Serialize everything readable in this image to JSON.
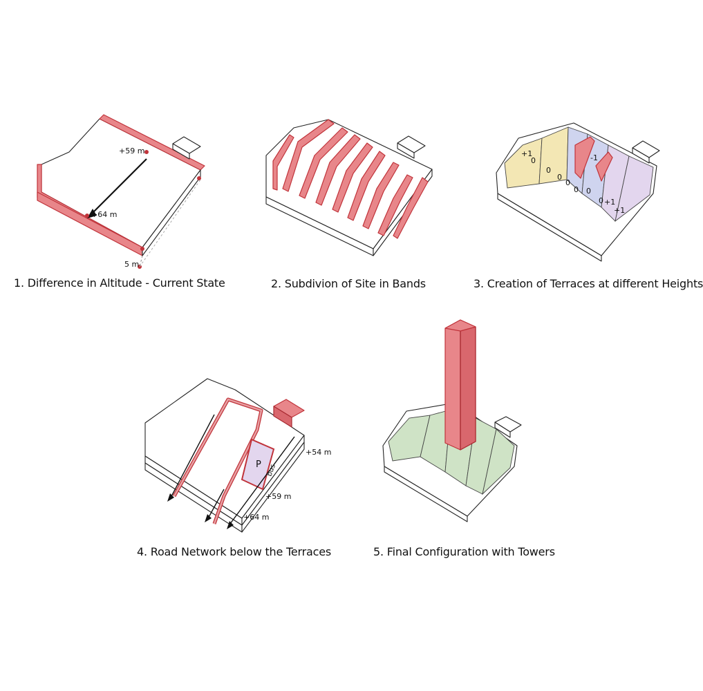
{
  "colors": {
    "accent_red": "#e8868a",
    "accent_red_dark": "#c0333a",
    "yellow_terrace": "#f3e7b4",
    "blue_terrace": "#cfd4ef",
    "purple_terrace": "#e3d6ee",
    "green_terrace": "#cfe3c6",
    "line": "#222222"
  },
  "diagrams": [
    {
      "caption": "1. Difference in Altitude - Current State",
      "labels": {
        "top_altitude": "+59 m",
        "bottom_altitude": "+64 m",
        "height_diff": "5 m"
      }
    },
    {
      "caption": "2. Subdivion of Site in Bands"
    },
    {
      "caption": "3. Creation of Terraces at different Heights",
      "labels": {
        "t1": "+1",
        "t2": "0",
        "t3": "0",
        "t4": "0",
        "t5": "-1",
        "t6": "0",
        "t7": "0",
        "t8": "0",
        "t9": "0",
        "t10": "+1",
        "t11": "+1"
      }
    },
    {
      "caption": "4. Road Network below the Terraces",
      "labels": {
        "parking": "P",
        "bus": "bus",
        "alt1": "+54 m",
        "alt2": "+59 m",
        "alt3": "+64 m"
      }
    },
    {
      "caption": "5. Final Configuration with Towers"
    }
  ]
}
